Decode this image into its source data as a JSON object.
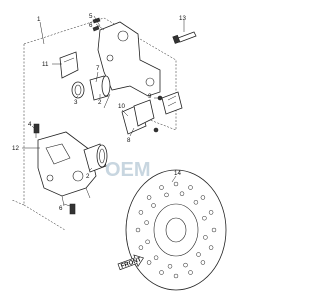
{
  "labels": {
    "n1": "1",
    "n2a": "2",
    "n2b": "2",
    "n3": "3",
    "n4": "4",
    "n5": "5",
    "n6": "6",
    "n7": "7",
    "n8": "8",
    "n9": "9",
    "n10": "10",
    "n11": "11",
    "n12": "12",
    "n13": "13",
    "n14": "14"
  },
  "watermark": "OEM",
  "front_arrow": "FRONT",
  "colors": {
    "line": "#222222",
    "watermark": "#c8d6e0"
  }
}
